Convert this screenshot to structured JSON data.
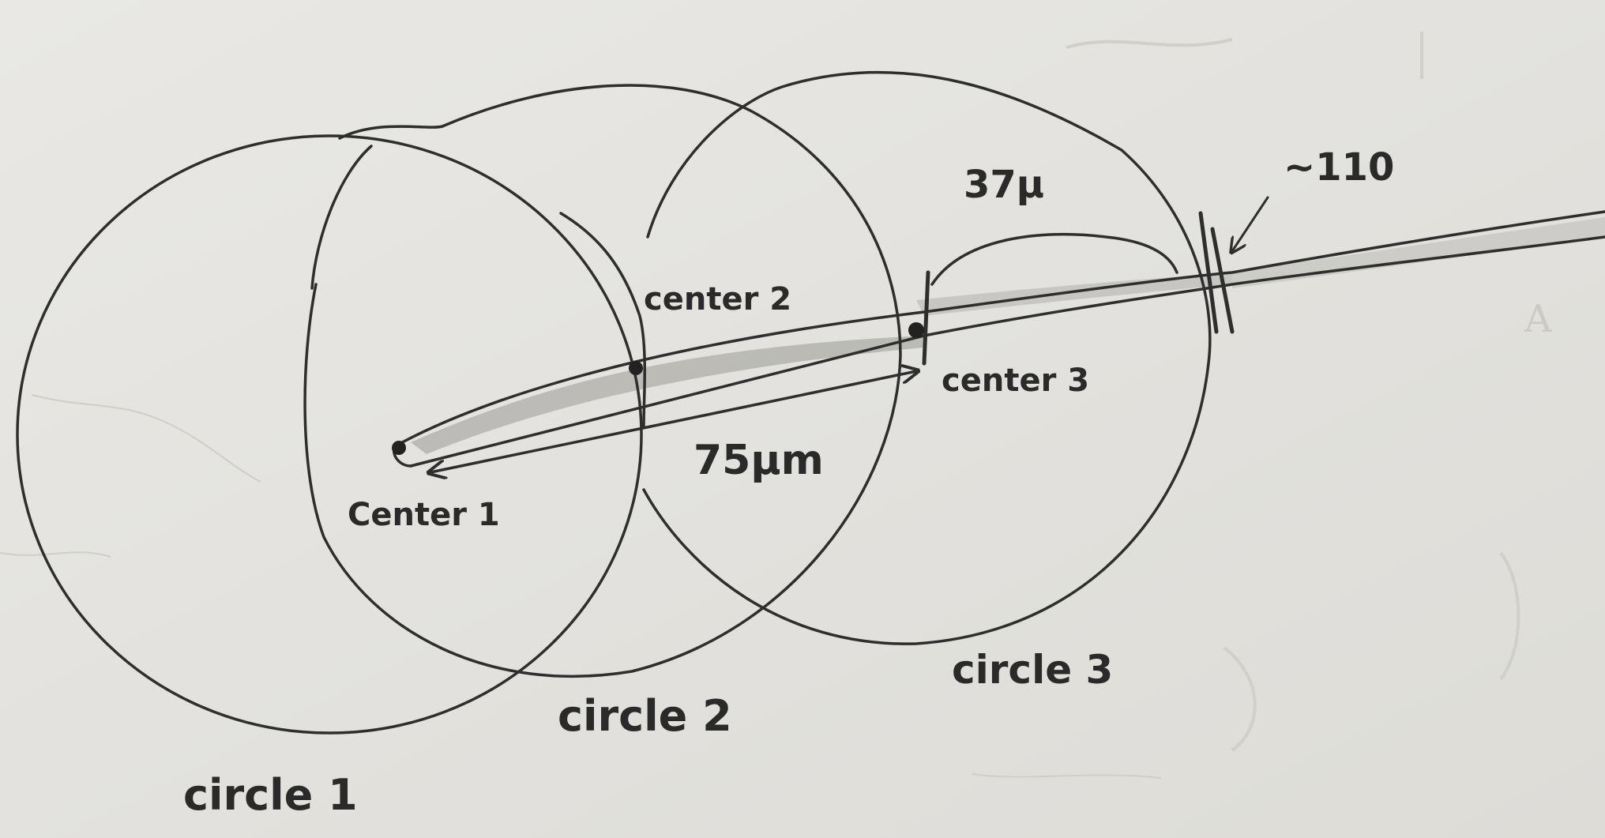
{
  "labels": {
    "center_1": "Center 1",
    "center_2": "center 2",
    "center_3": "center 3",
    "circle_1": "circle 1",
    "circle_2": "circle 2",
    "circle_3": "circle 3",
    "distance_long": "75µm",
    "distance_short": "37µ",
    "angle": "~110"
  },
  "colors": {
    "paper": "#e4e3df",
    "ink": "#2e2e2e",
    "pencil_shading": "#9a9a96"
  },
  "background_marks": [
    "A"
  ]
}
